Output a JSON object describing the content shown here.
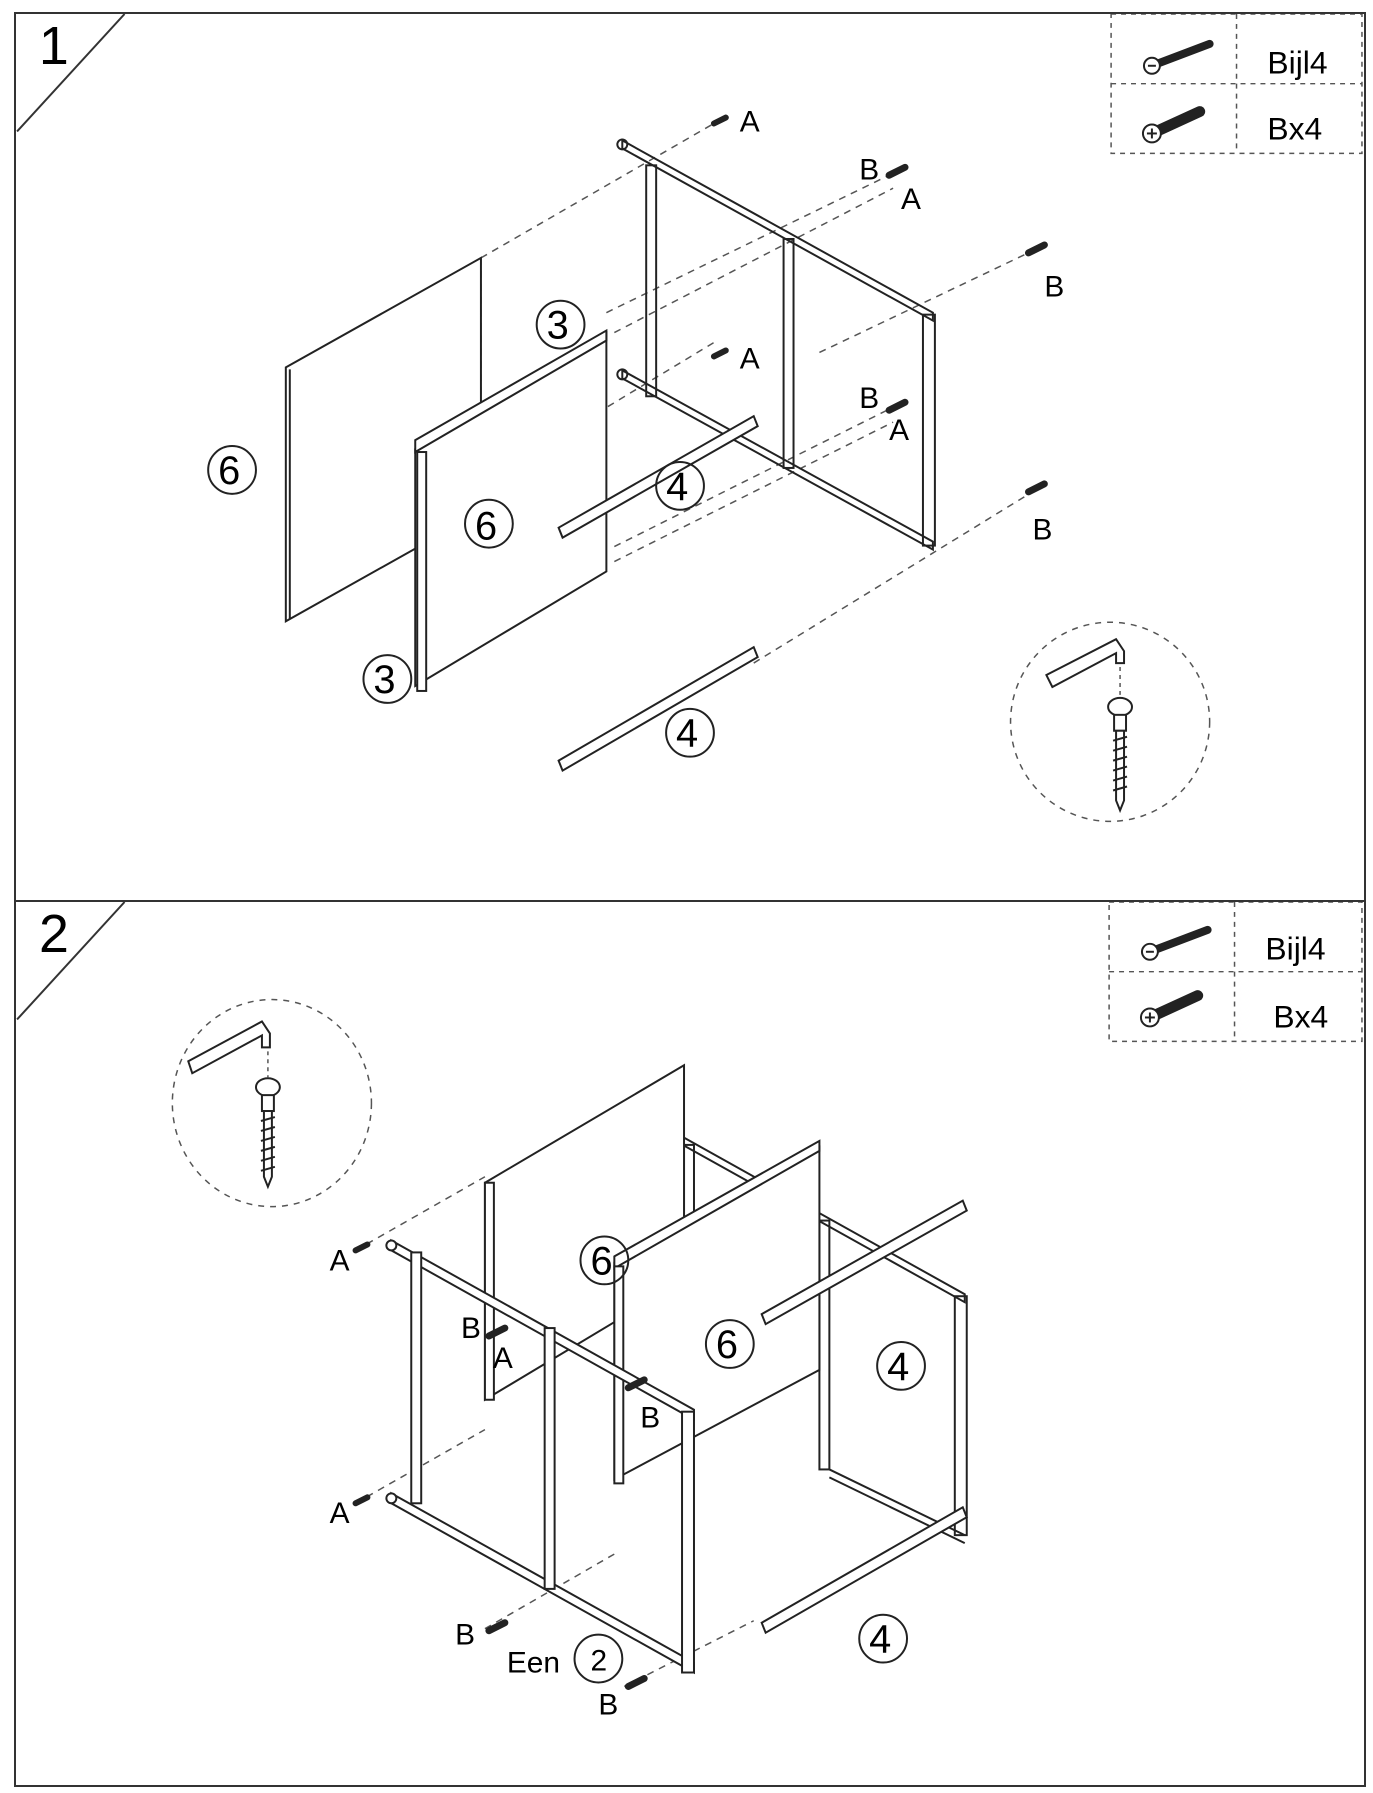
{
  "steps": [
    {
      "number": "1",
      "parts_list": [
        {
          "icon": "long-bolt-icon",
          "text": "Bijl4"
        },
        {
          "icon": "short-bolt-icon",
          "text": "Bx4"
        }
      ],
      "callouts": {
        "part_6_back": "6",
        "part_6_front": "6",
        "part_3_top": "3",
        "part_3_bottom": "3",
        "part_4_mid": "4",
        "part_4_bottom": "4"
      },
      "hardware_labels": {
        "a1": "A",
        "b1": "B",
        "a2": "A",
        "b2": "B",
        "a3": "A",
        "b3": "B",
        "a4": "A",
        "b4": "B"
      }
    },
    {
      "number": "2",
      "parts_list": [
        {
          "icon": "long-bolt-icon",
          "text": "Bijl4"
        },
        {
          "icon": "short-bolt-icon",
          "text": "Bx4"
        }
      ],
      "callouts": {
        "part_6_back": "6",
        "part_6_front": "6",
        "part_4_right": "4",
        "part_4_bottom": "4",
        "part_2": "2"
      },
      "hardware_labels": {
        "a1": "A",
        "b1": "B",
        "a2": "A",
        "b2": "B",
        "a3": "A",
        "b3": "B",
        "b4": "B"
      },
      "een_label": "Een"
    }
  ]
}
